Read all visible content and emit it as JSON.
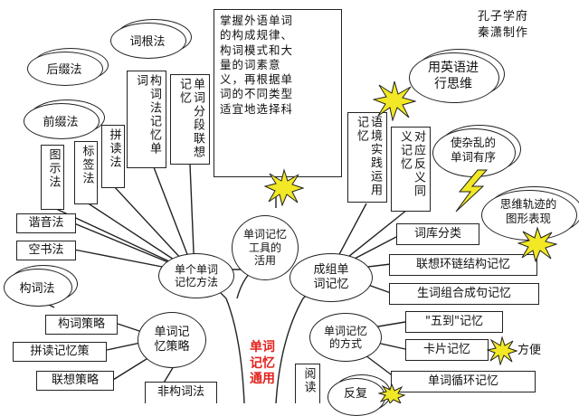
{
  "author": {
    "line1": "孔子学府",
    "line2": "秦潇制作"
  },
  "note": {
    "lines": [
      "掌握外语单词",
      "的构成规律、",
      "构词模式和大",
      "量的词素意",
      "义，再根据单",
      "词的不同类型",
      "适宜地选择科"
    ]
  },
  "hubs": {
    "single": [
      "单个单词",
      "记忆方法"
    ],
    "tool": [
      "单词记忆",
      "工具的",
      "活用"
    ],
    "group": [
      "成组单",
      "词记忆"
    ],
    "strategy": [
      "单词记",
      "忆策略"
    ],
    "method": [
      "单词记忆",
      "的方式"
    ],
    "center": [
      "单词",
      "记忆",
      "通用"
    ]
  },
  "left_boxes": {
    "tushi": "图示法",
    "biaoqian": "标签法",
    "pindu": "拼读法",
    "cigen_mem": "构词法记忆单词",
    "duanfen": "单词分段联想记忆",
    "xieyin": "谐音法",
    "kongshu": "空书法",
    "gouci_celue": "构词策略",
    "pindu_jiyi": "拼读记忆策",
    "lianxiang_celue": "联想策略",
    "fei_gouci": "非构词法"
  },
  "clouds": {
    "cigenfa": "词根法",
    "houzhui": "后缀法",
    "qianzhui": "前缀法",
    "goucifa": "构词法",
    "think_en": [
      "用英语进",
      "行思维"
    ],
    "order": [
      "使杂乱的",
      "单词有序"
    ],
    "graph": [
      "思维轨迹的",
      "图形表现"
    ],
    "fuxi": "反复"
  },
  "right_boxes": {
    "yujing": "语境实践运用记忆",
    "duiying": "对应反义同义记忆",
    "ciku": "词库分类",
    "lianhuan": "联想环链结构记忆",
    "shengci": "生词组合成句记忆",
    "wudaowu": "\"五到\"记忆",
    "kapian": "卡片记忆",
    "fangbian": "方便",
    "xunhuan": "单词循环记忆",
    "yuedu": "阅读"
  }
}
